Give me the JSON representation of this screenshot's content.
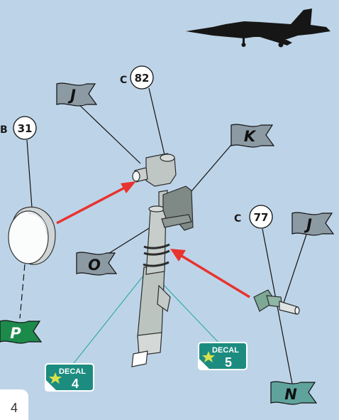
{
  "parts": {
    "c82": {
      "prefix": "C",
      "number": "82"
    },
    "b31": {
      "prefix": "B",
      "number": "31"
    },
    "c77": {
      "prefix": "C",
      "number": "77"
    }
  },
  "flags": {
    "j_top": {
      "letter": "J",
      "color": "#8c9aa3"
    },
    "k": {
      "letter": "K",
      "color": "#8c9aa3"
    },
    "o": {
      "letter": "O",
      "color": "#8c9aa3"
    },
    "j_right": {
      "letter": "J",
      "color": "#8c9aa3"
    },
    "p": {
      "letter": "P",
      "color": "#1c8a4a"
    },
    "n": {
      "letter": "N",
      "color": "#5fa39c"
    }
  },
  "decals": [
    {
      "word": "DECAL",
      "number": "4"
    },
    {
      "word": "DECAL",
      "number": "5"
    }
  ],
  "page_number": "4",
  "icons": {
    "aircraft": "jet-fighter-silhouette-icon",
    "decal_star": "star-icon"
  },
  "colors": {
    "background": "#bdd4e8",
    "arrow": "#e8332e",
    "decal_box": "#1d8c80",
    "strut": "#c3cac7",
    "actuator": "#7da896"
  }
}
